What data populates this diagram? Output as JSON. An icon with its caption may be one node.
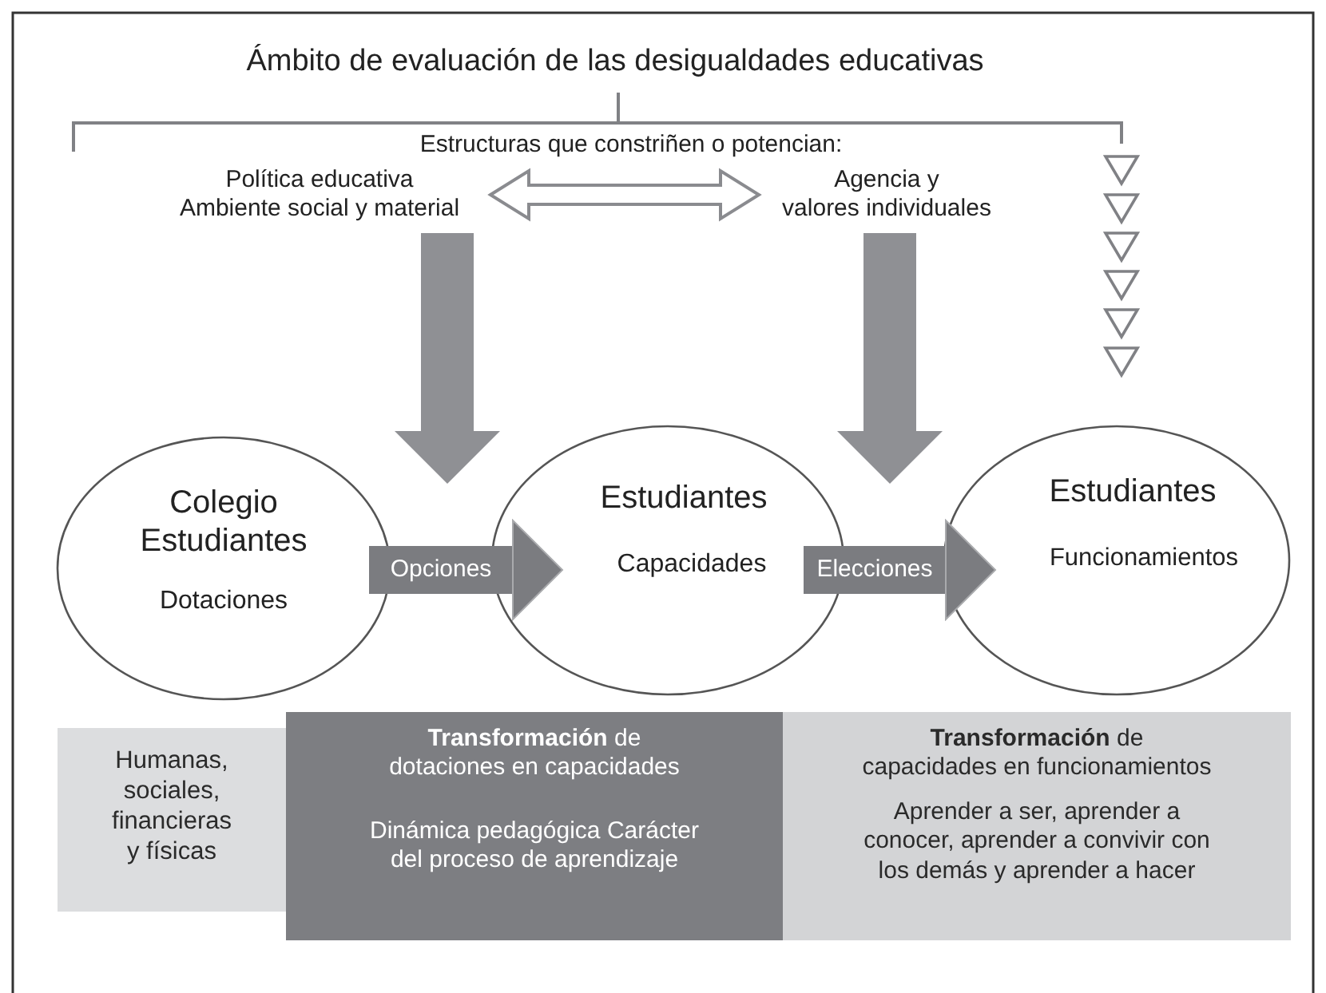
{
  "diagram": {
    "title": "Ámbito de evaluación de las desigualdades educativas",
    "nodes": [
      {
        "text": [
          "Política educativa Ambiente social y material"
        ]
      },
      {
        "text": [
          "Agencia y valores individuales"
        ]
      },
      {
        "text": [
          "Colegio Estudiantes",
          "Dotaciones"
        ]
      },
      {
        "text": [
          "Estudiantes",
          "Capacidades"
        ]
      },
      {
        "text": [
          "Estudiantes",
          "Funcionamientos"
        ]
      },
      {
        "text": [
          "Humanas, sociales, financieras y físicas"
        ]
      },
      {
        "text": [
          "**Transformación** de dotaciones en capacidades",
          "Dinámica pedagógica Carácter del proceso de aprendizaje"
        ]
      },
      {
        "text": [
          "**Transformación** de capacidades en funcionamientos",
          "Aprender a ser, aprender a conocer, aprender a convivir con los demás y aprender a hacer"
        ]
      }
    ],
    "edges": [
      {
        "from": 0,
        "to": 1,
        "arrow": "both"
      },
      {
        "from": 0,
        "to": 3,
        "arrow": "to"
      },
      {
        "from": 1,
        "to": 4,
        "arrow": "to"
      },
      {
        "from": 2,
        "to": 3,
        "arrow": "to",
        "label": "Opciones"
      },
      {
        "from": 3,
        "to": 4,
        "arrow": "to",
        "label": "Elecciones"
      }
    ],
    "labels": [
      "Estructuras que constriñen o potencian:"
    ]
  }
}
